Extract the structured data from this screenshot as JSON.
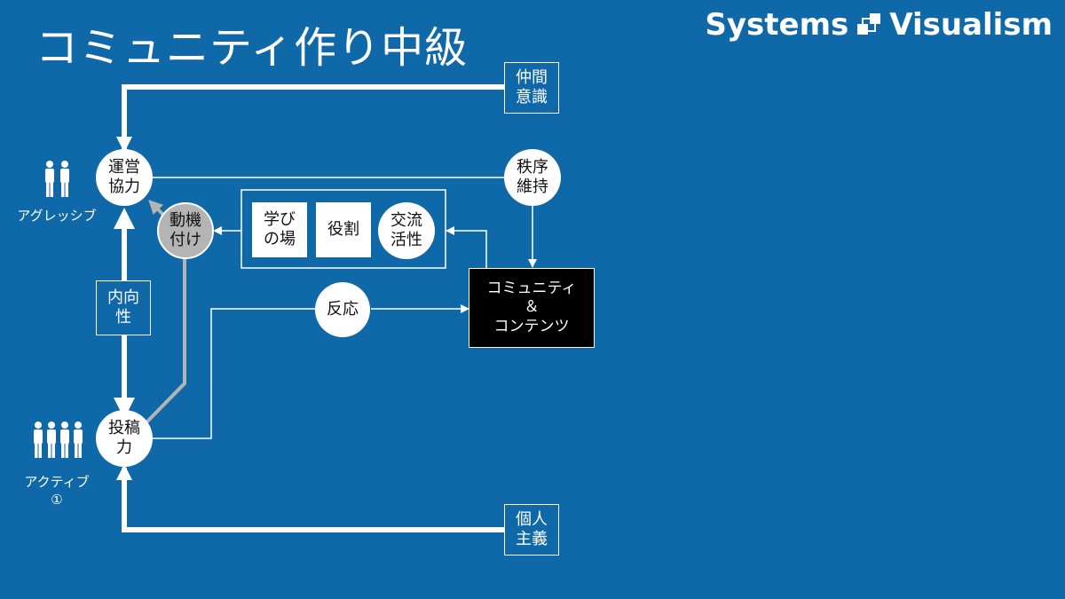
{
  "title": "コミュニティ作り中級",
  "brand": {
    "left": "Systems",
    "right": "Visualism",
    "icon": "systems-visualism-logo-icon"
  },
  "colors": {
    "background": "#0f69a8",
    "line": "#ffffff",
    "gray_node": "#b4b4b4",
    "black_box": "#000000"
  },
  "nodes": {
    "unei": "運営\n協力",
    "toukou": "投稿\n力",
    "douki": "動機\n付け",
    "chitsujo": "秩序\n維持",
    "hannou": "反応",
    "manabi": "学び\nの場",
    "yakuwari": "役割",
    "kouryu": "交流\n活性",
    "community": "コミュニティ\n＆\nコンテンツ",
    "nakama": "仲間\n意識",
    "kojin": "個人\n主義",
    "naikou": "内向\n性"
  },
  "people": {
    "aggressive_label": "アグレッシブ",
    "active_label": "アクティブ\n①"
  }
}
